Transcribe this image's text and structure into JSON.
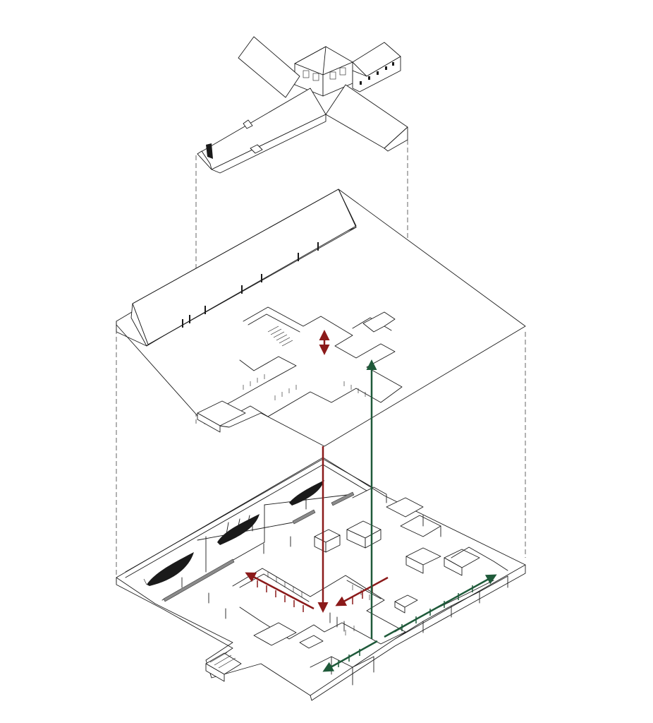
{
  "diagram": {
    "type": "exploded-axonometric",
    "layers": [
      "roof",
      "upper-floor",
      "ground-floor"
    ],
    "colors": {
      "line": "#1a1a1a",
      "projection_line": "#555555",
      "background": "#ffffff",
      "circulation_red": "#8b1a1a",
      "circulation_green": "#1f5a3a",
      "ship": "#1a1a1a"
    },
    "elements": {
      "ships": 3,
      "vertical_connections": 2,
      "horizontal_routes_red": 2,
      "horizontal_routes_green": 2
    }
  }
}
